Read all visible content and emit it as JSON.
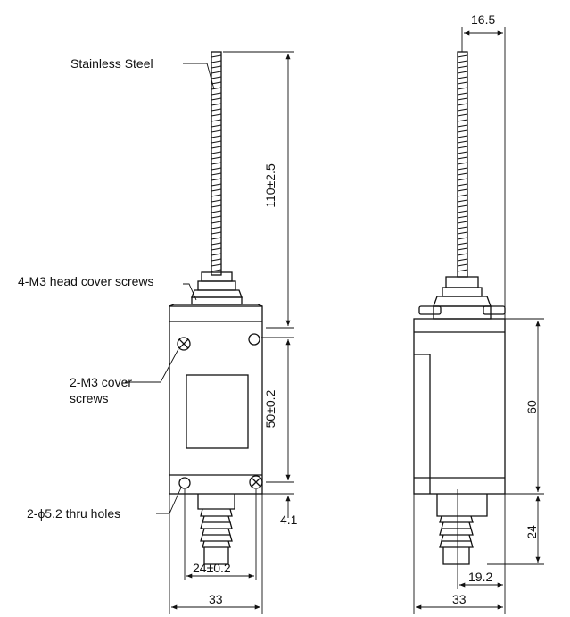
{
  "callouts": {
    "stainless_steel": "Stainless Steel",
    "head_cover_screws": "4-M3 head cover screws",
    "cover_screws_line1": "2-M3 cover",
    "cover_screws_line2": "screws",
    "thru_holes": "2-ϕ5.2 thru holes"
  },
  "dimensions": {
    "rod_length": "110±2.5",
    "hole_pitch_vertical": "50±0.2",
    "hole_offset": "4.1",
    "hole_pitch_horizontal": "24±0.2",
    "front_width": "33",
    "rod_offset": "16.5",
    "body_height": "60",
    "plunger_height": "24",
    "plunger_offset": "19.2",
    "side_width": "33"
  }
}
